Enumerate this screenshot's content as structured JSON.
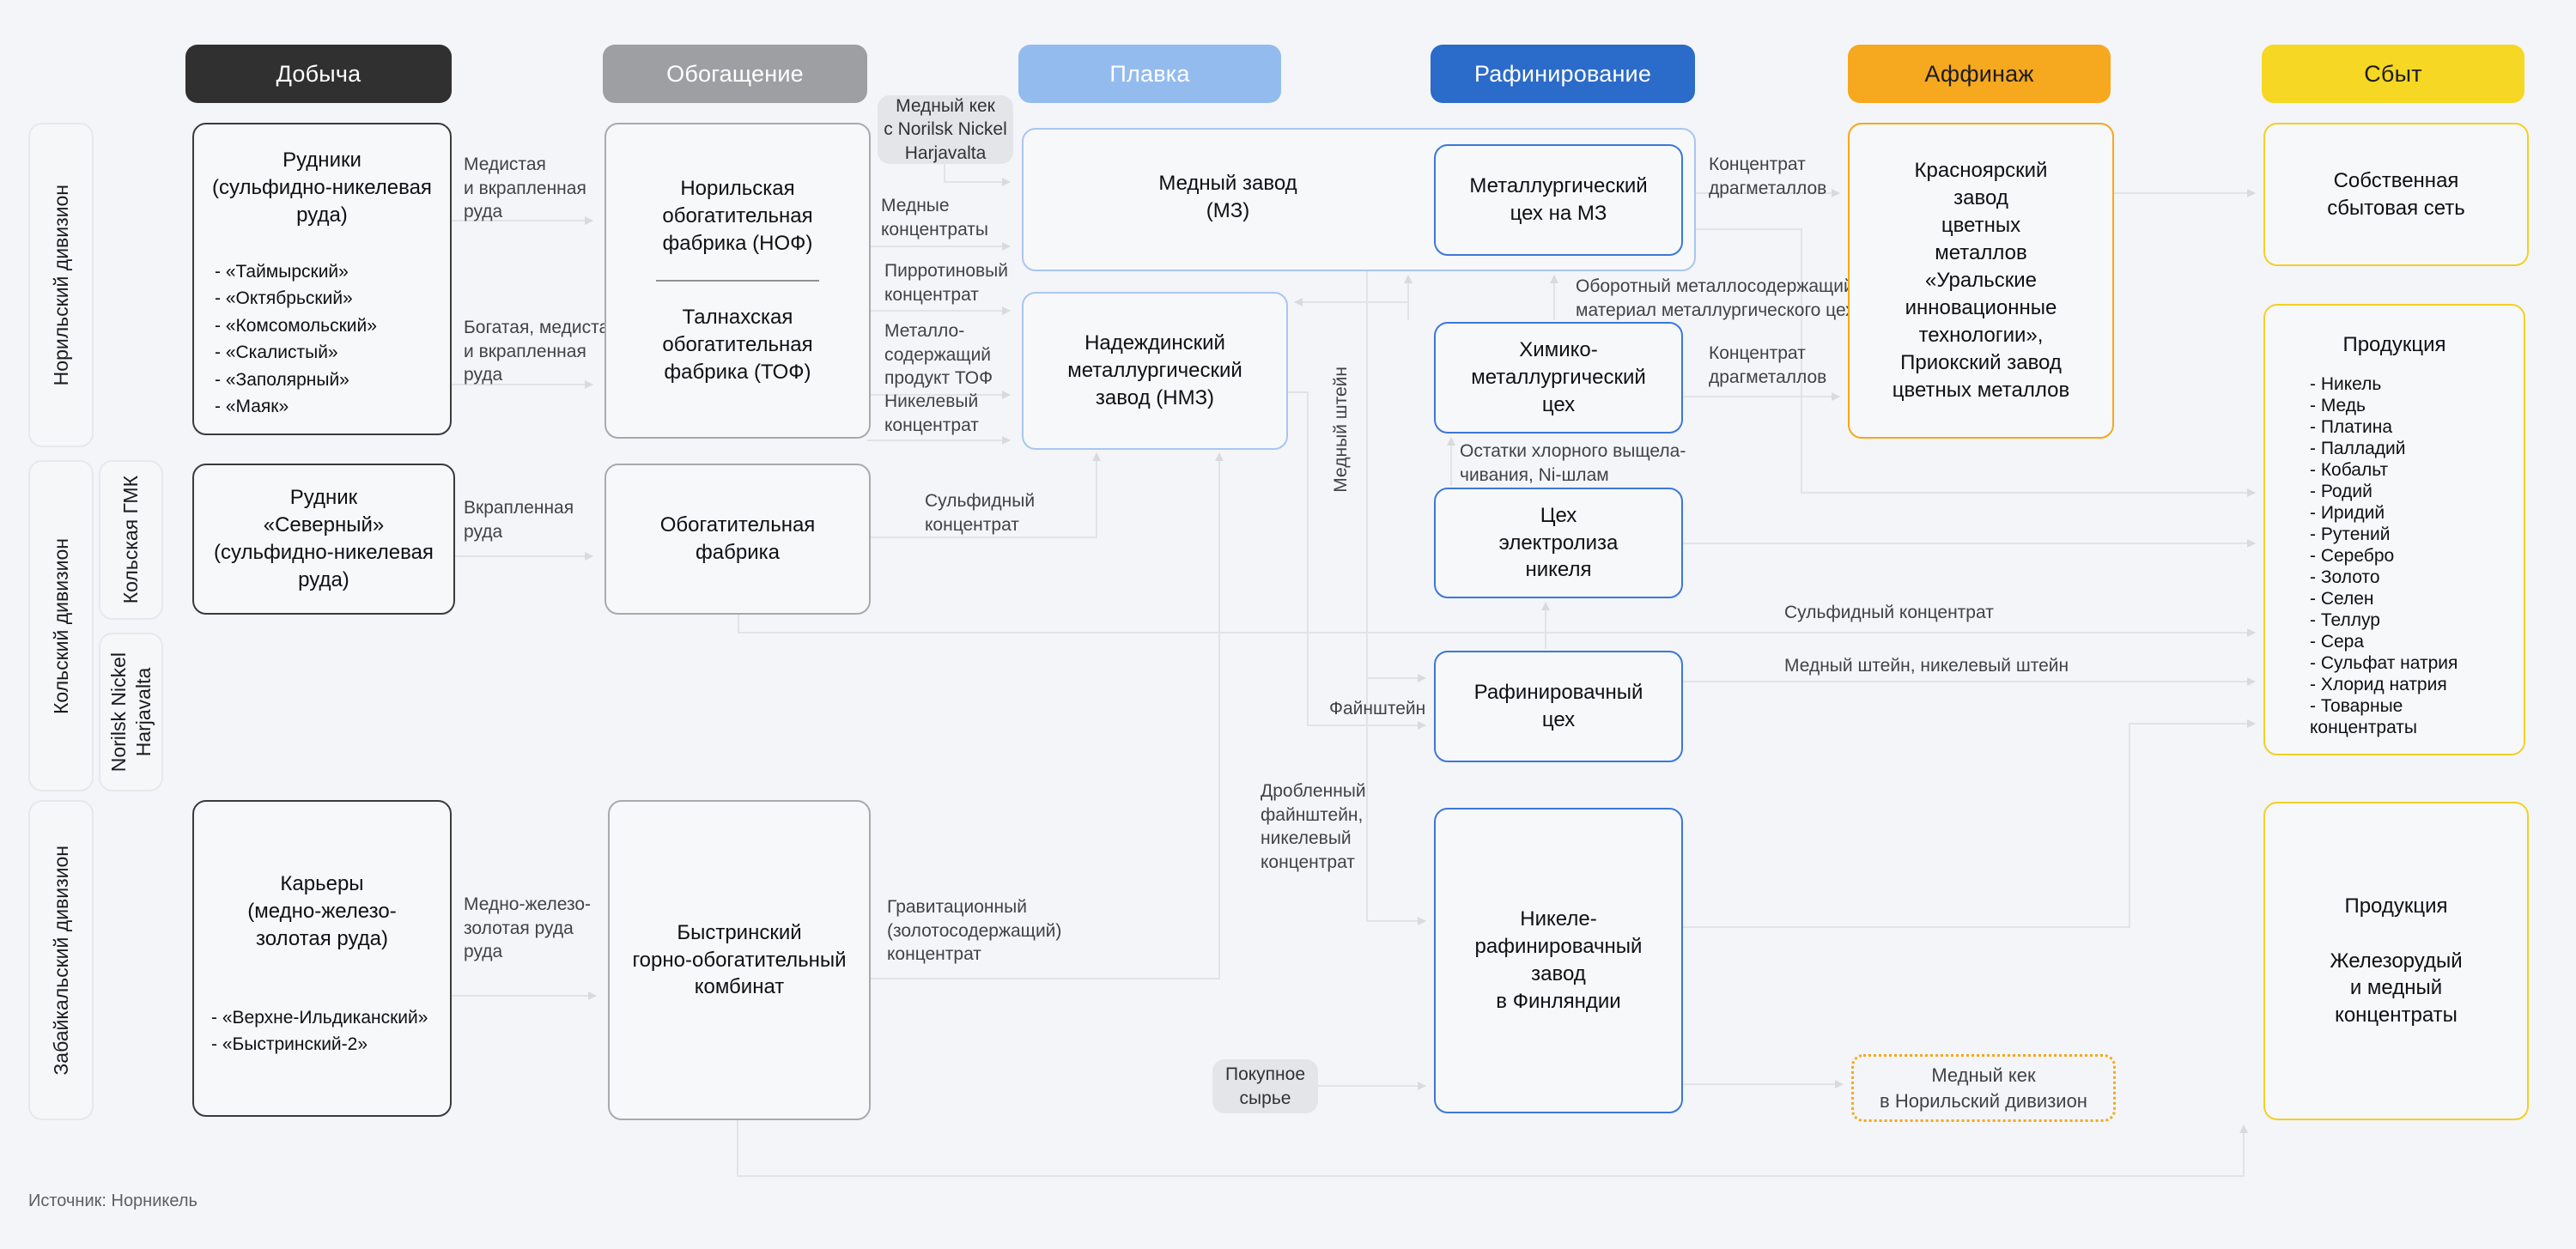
{
  "headers": {
    "dobycha": "Добыча",
    "obogashchenie": "Обогащение",
    "plavka": "Плавка",
    "rafinirovanie": "Рафинирование",
    "affinazh": "Аффинаж",
    "sbyt": "Сбыт"
  },
  "divisions": {
    "norilsk": "Норильский дивизион",
    "kola": "Кольский дивизион",
    "kola_gmk": "Кольская ГМК",
    "harjavalta": "Norilsk Nickel\nHarjavalta",
    "zabaikalsky": "Забайкальский дивизион"
  },
  "nodes": {
    "rudniki_title": "Рудники\n(сульфидно-никелевая\nруда)",
    "rudniki_items": [
      "«Таймырский»",
      "«Октябрьский»",
      "«Комсомольский»",
      "«Скалистый»",
      "«Заполярный»",
      "«Маяк»"
    ],
    "nof": "Норильская\nобогатительная\nфабрика (НОФ)",
    "tof": "Талнахская\nобогатительная\nфабрика (ТОФ)",
    "medny_kek_harjavalta": "Медный кек\nс Norilsk Nickel\nHarjavalta",
    "mz": "Медный завод\n(МЗ)",
    "met_tseh_mz": "Металлургический\nцех на МЗ",
    "nmz": "Надеждинский\nметаллургический\nзавод (НМЗ)",
    "him_met_tseh": "Химико-\nметаллургический\nцех",
    "tseh_elektroliza": "Цех\nэлектролиза\nникеля",
    "rafinirovochny_tseh": "Рафинировачный\nцех",
    "nikel_zavod_finland": "Никеле-\nрафинировачный\nзавод\nв Финляндии",
    "krasnoyarsk": "Красноярский\nзавод\nцветных\nметаллов\n«Уральские\nинновационные\nтехнологии»,\nПриокский завод\nцветных металлов",
    "sbyt_set": "Собственная\nсбытовая сеть",
    "produktsiya_title": "Продукция",
    "produktsiya_items": [
      "Никель",
      "Медь",
      "Платина",
      "Палладий",
      "Кобальт",
      "Родий",
      "Иридий",
      "Рутений",
      "Серебро",
      "Золото",
      "Селен",
      "Теллур",
      "Сера",
      "Сульфат натрия",
      "Хлорид натрия",
      "Товарные\n   концентраты"
    ],
    "rudnik_severny": "Рудник\n«Северный»\n(сульфидно-никелевая\nруда)",
    "obog_fabrika": "Обогатительная\nфабрика",
    "kariery_title": "Карьеры\n(медно-железо-\nзолотая руда)",
    "kariery_items": [
      "«Верхне-Ильдиканский»",
      "«Быстринский-2»"
    ],
    "bystrinsky": "Быстринский\nгорно-обогатительный\nкомбинат",
    "produktsiya2": "Продукция\n\nЖелезорудый\nи медный\nконцентраты",
    "medny_kek_norilsk": "Медный кек\nв Норильский дивизион",
    "pokupnoe_syrye": "Покупное\nсырье"
  },
  "labels": {
    "medistaya": "Медистая\nи вкрапленная\nруда",
    "bogataya": "Богатая, медистая\nи вкрапленная\nруда",
    "vkraplennaya": "Вкрапленная\nруда",
    "medno_zhelezo": "Медно-железо-\nзолотая руда\nруда",
    "mednye_kontsentraty": "Медные\nконцентраты",
    "pirrotinovy": "Пирротиновый\nконцентрат",
    "metallosoderzhashchy": "Металло-\nсодержащий\nпродукт ТОФ",
    "nikelevy_kontsentrat": "Никелевый\nконцентрат",
    "sulfidny1": "Сульфидный\nконцентрат",
    "sulfidny2": "Сульфидный концентрат",
    "oborotny": "Оборотный металлосодержащий\nматериал металлургического цеха",
    "kontsentrat_drag1": "Концентрат\nдрагметаллов",
    "kontsentrat_drag2": "Концентрат\nдрагметаллов",
    "ostatki": "Остатки хлорного выщела-\nчивания, Ni-шлам",
    "medny_shtein": "Медный штейн",
    "fainshtein": "Файнштейн",
    "medny_nikelevy_shtein": "Медный штейн, никелевый штейн",
    "droblenny": "Дробленный\nфайнштейн,\nникелевый\nконцентрат",
    "gravitatsionny": "Гравитационный\n(золотосодержащий)\nконцентрат"
  },
  "colors": {
    "dobycha_bg": "#303030",
    "obogashchenie_bg": "#9d9fa2",
    "plavka_bg": "#93bbee",
    "rafinirovanie_bg": "#2b6bc9",
    "affinazh_bg": "#f6a81f",
    "sbyt_bg": "#f6d723",
    "wire": "#e1e3e7",
    "arrow": "#d8dade"
  },
  "source": "Источник: Норникель"
}
